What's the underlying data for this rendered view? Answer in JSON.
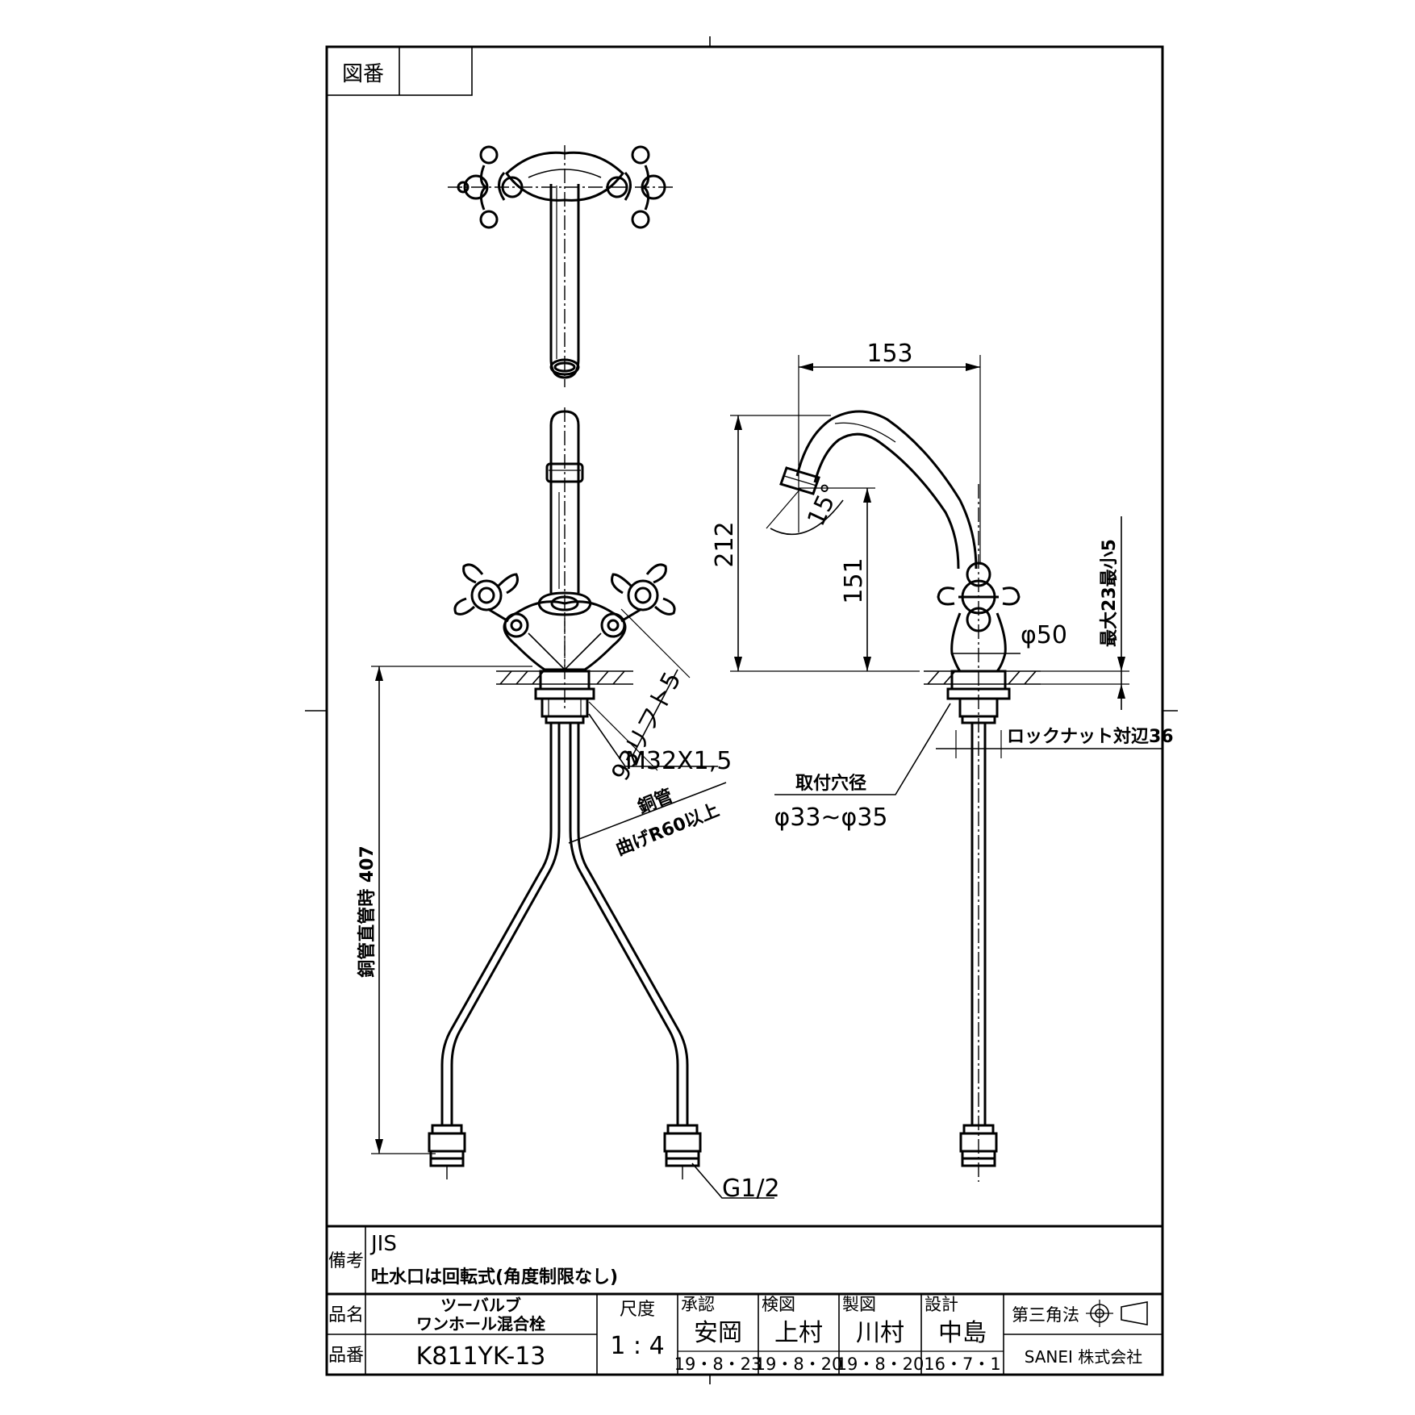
{
  "drawing_number": {
    "label": "図番",
    "value": ""
  },
  "dimensions": {
    "spout_reach": "153",
    "total_height": "212",
    "spout_outlet_height": "151",
    "spout_angle": "15°",
    "base_diameter": "φ50",
    "max_min_thickness": "最大23最小5",
    "handle_lift": "93リフト5",
    "thread": "M32X1,5",
    "copper_pipe": "銅管",
    "bend_radius": "曲げR60以上",
    "pipe_length": "銅管直管時 407",
    "locknut": "ロックナット対辺36",
    "mounting_hole_label": "取付穴径",
    "mounting_hole_value": "φ33~φ35",
    "connection": "G1/2"
  },
  "remarks": {
    "label": "備考",
    "line1": "JIS",
    "line2": "吐水口は回転式(角度制限なし)"
  },
  "title_block": {
    "name_label": "品名",
    "name_line1": "ツーバルブ",
    "name_line2": "ワンホール混合栓",
    "part_label": "品番",
    "part_number": "K811YK-13",
    "scale_label": "尺度",
    "scale_value": "1 : 4",
    "approvals": [
      {
        "role": "承認",
        "name": "安岡",
        "date": "19・8・23"
      },
      {
        "role": "検図",
        "name": "上村",
        "date": "19・8・20"
      },
      {
        "role": "製図",
        "name": "川村",
        "date": "19・8・20"
      },
      {
        "role": "設計",
        "name": "中島",
        "date": "16・7・1"
      }
    ],
    "projection_label": "第三角法",
    "company": "SANEI 株式会社"
  }
}
